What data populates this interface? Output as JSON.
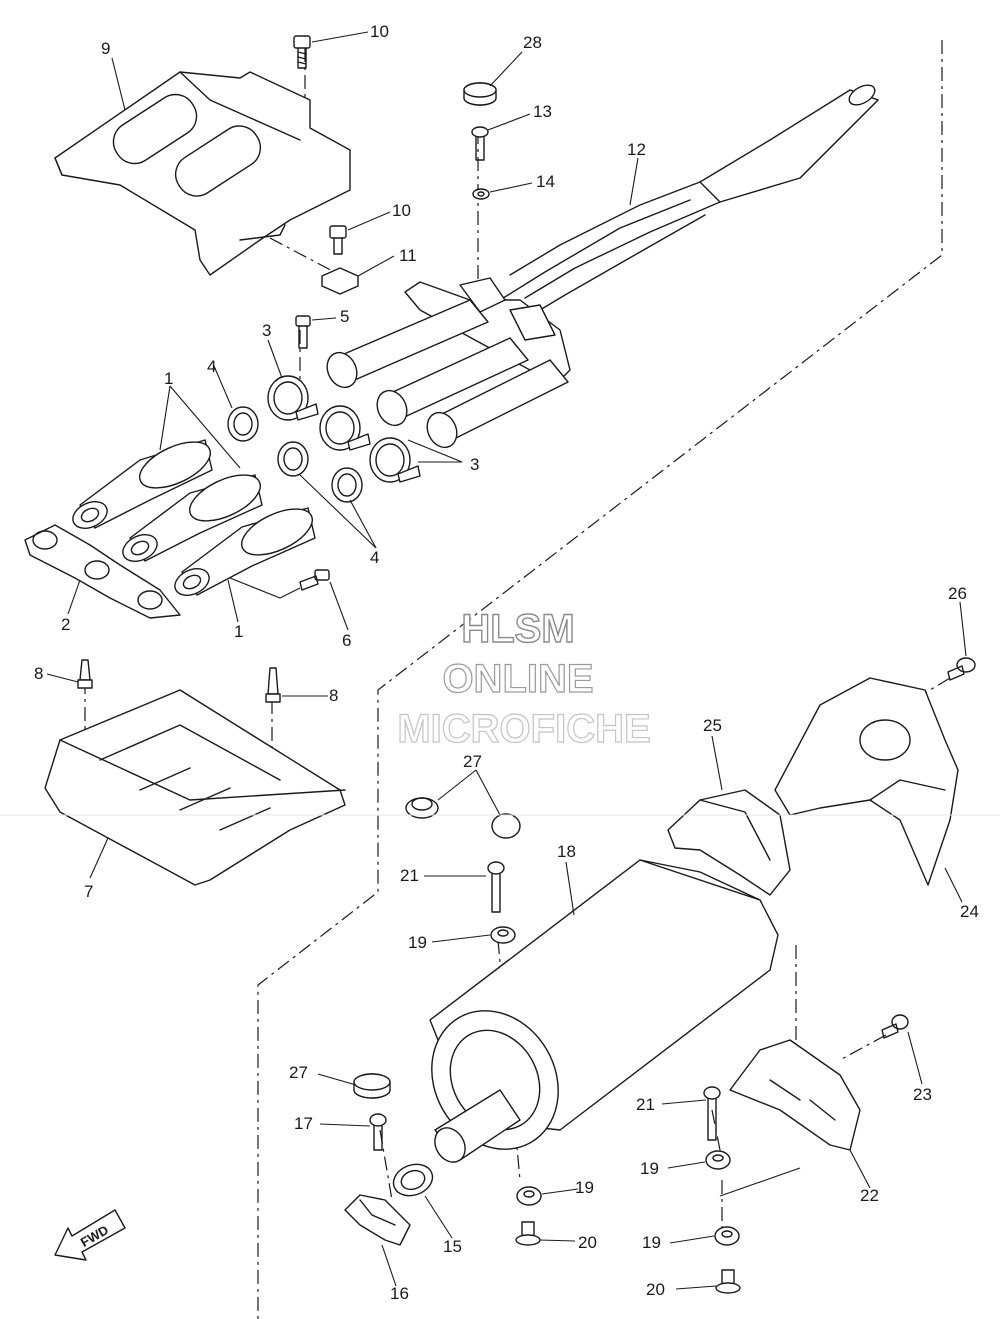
{
  "watermark": {
    "line1": "HLSM",
    "line2": "ONLINE",
    "line3": "MICROFICHE"
  },
  "fwd_label": "FWD",
  "callouts": [
    {
      "id": "c9",
      "label": "9"
    },
    {
      "id": "c10a",
      "label": "10"
    },
    {
      "id": "c28",
      "label": "28"
    },
    {
      "id": "c13",
      "label": "13"
    },
    {
      "id": "c12",
      "label": "12"
    },
    {
      "id": "c14",
      "label": "14"
    },
    {
      "id": "c10b",
      "label": "10"
    },
    {
      "id": "c11",
      "label": "11"
    },
    {
      "id": "c5",
      "label": "5"
    },
    {
      "id": "c3a",
      "label": "3"
    },
    {
      "id": "c4a",
      "label": "4"
    },
    {
      "id": "c1a",
      "label": "1"
    },
    {
      "id": "c3b",
      "label": "3"
    },
    {
      "id": "c4b",
      "label": "4"
    },
    {
      "id": "c2",
      "label": "2"
    },
    {
      "id": "c1b",
      "label": "1"
    },
    {
      "id": "c6",
      "label": "6"
    },
    {
      "id": "c8a",
      "label": "8"
    },
    {
      "id": "c8b",
      "label": "8"
    },
    {
      "id": "c7",
      "label": "7"
    },
    {
      "id": "c26",
      "label": "26"
    },
    {
      "id": "c25",
      "label": "25"
    },
    {
      "id": "c27a",
      "label": "27"
    },
    {
      "id": "c18",
      "label": "18"
    },
    {
      "id": "c21a",
      "label": "21"
    },
    {
      "id": "c19a",
      "label": "19"
    },
    {
      "id": "c24",
      "label": "24"
    },
    {
      "id": "c23",
      "label": "23"
    },
    {
      "id": "c27b",
      "label": "27"
    },
    {
      "id": "c17",
      "label": "17"
    },
    {
      "id": "c21b",
      "label": "21"
    },
    {
      "id": "c19b",
      "label": "19"
    },
    {
      "id": "c22",
      "label": "22"
    },
    {
      "id": "c19c",
      "label": "19"
    },
    {
      "id": "c20a",
      "label": "20"
    },
    {
      "id": "c15",
      "label": "15"
    },
    {
      "id": "c19d",
      "label": "19"
    },
    {
      "id": "c16",
      "label": "16"
    },
    {
      "id": "c20b",
      "label": "20"
    }
  ]
}
